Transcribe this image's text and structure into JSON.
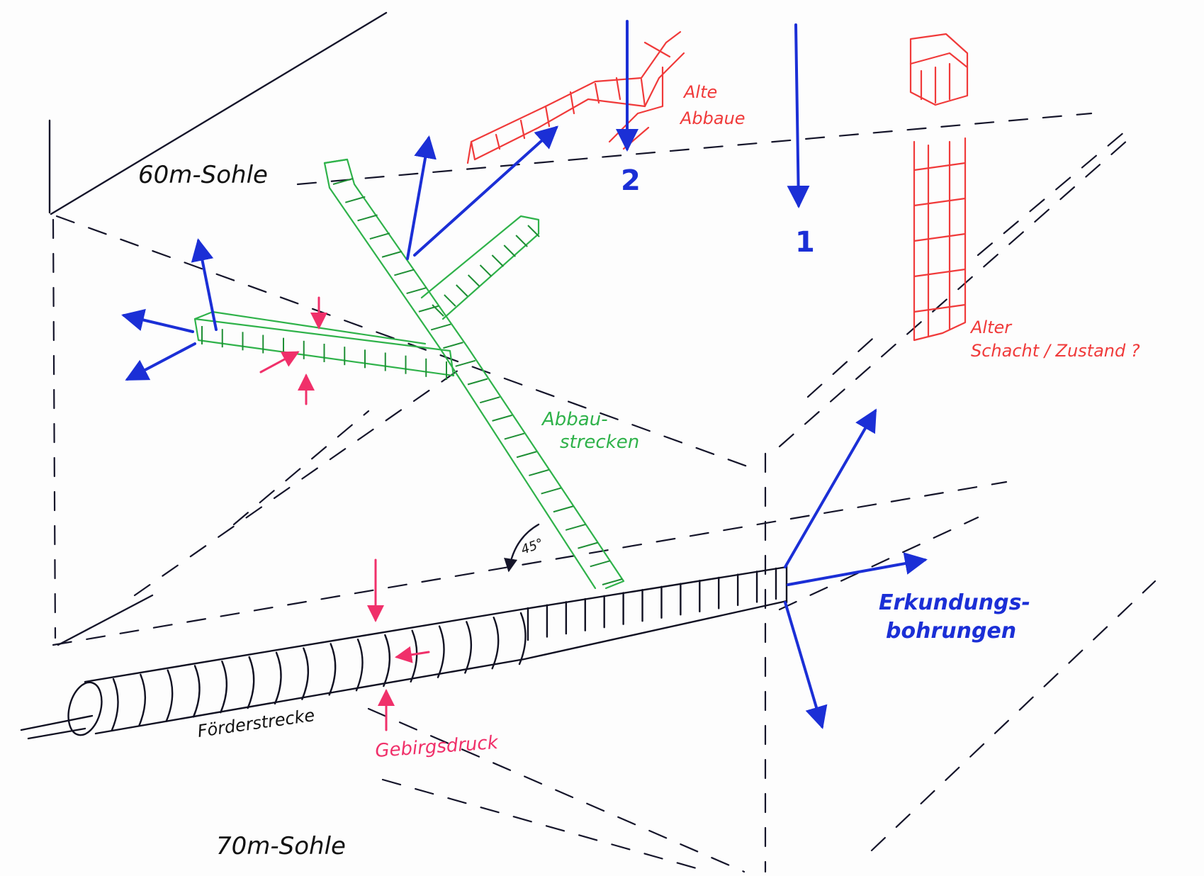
{
  "diagram": {
    "labels": {
      "level_60": "60m-Sohle",
      "level_70": "70m-Sohle",
      "old_workings_line1": "Alte",
      "old_workings_line2": "Abbaue",
      "old_shaft_line1": "Alter",
      "old_shaft_line2": "Schacht / Zustand ?",
      "mining_drifts_line1": "Abbau-",
      "mining_drifts_line2": "strecken",
      "haulage_drift": "Förderstrecke",
      "rock_pressure": "Gebirgsdruck",
      "exploration_line1": "Erkundungs-",
      "exploration_line2": "bohrungen",
      "angle": "45°",
      "marker_1": "1",
      "marker_2": "2"
    },
    "colors": {
      "frame": "#15152a",
      "galleries": "#2fb24a",
      "old_workings": "#f03a3a",
      "drill_arrows": "#1b2fd6",
      "pressure_arrows": "#f0306a"
    }
  }
}
